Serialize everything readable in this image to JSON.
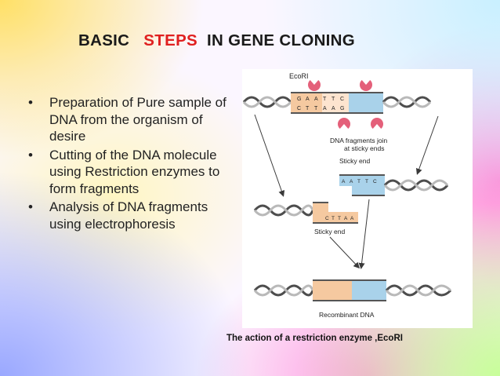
{
  "slide": {
    "title_part1": "BASIC",
    "title_highlight": "STEPS",
    "title_part2": "IN  GENE  CLONING",
    "highlight_color": "#e02020",
    "bullets": [
      "Preparation of Pure sample of DNA from the organism of desire",
      "Cutting of the DNA molecule using Restriction enzymes to form fragments",
      "Analysis of DNA fragments using electrophoresis"
    ],
    "caption": "The action of a restriction enzyme  ,EcoRI"
  },
  "figure": {
    "enzyme_label": "EcoRI",
    "top_strand_bases": [
      "G",
      "A",
      "A",
      "T",
      "T",
      "C"
    ],
    "bottom_strand_bases": [
      "C",
      "T",
      "T",
      "A",
      "A",
      "G"
    ],
    "join_label_line1": "DNA fragments join",
    "join_label_line2": "at sticky ends",
    "sticky_end_label_1": "Sticky end",
    "sticky_end_label_2": "Sticky end",
    "sticky_bases_top": [
      "A",
      "A",
      "T",
      "T",
      "C"
    ],
    "sticky_bases_bottom": [
      "C",
      "T",
      "T",
      "A",
      "A"
    ],
    "result_label": "Recombinant DNA",
    "colors": {
      "dna_dark": "#4d4d4d",
      "dna_light": "#b9b9b9",
      "fragment_orange": "#f5c9a0",
      "fragment_blue": "#a9d2ea",
      "enzyme_pink": "#e4607a",
      "arrow": "#3a3a3a"
    }
  }
}
